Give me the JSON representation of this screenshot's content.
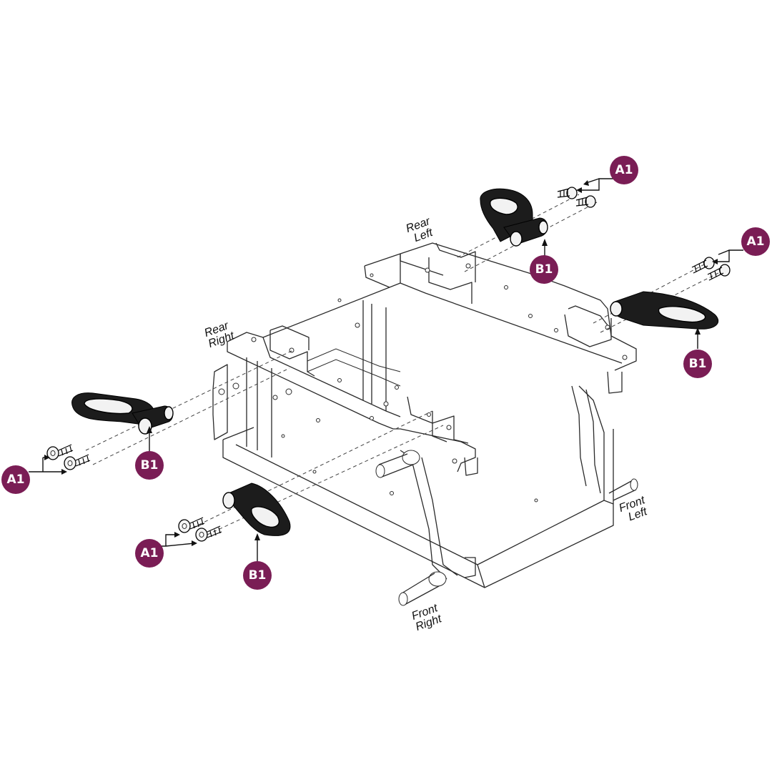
{
  "colors": {
    "callout": "#7a1d55",
    "line": "#2a2a2a",
    "part": "#1c1c1c"
  },
  "callouts": {
    "a1_rear_left": "A1",
    "a1_front_left": "A1",
    "a1_rear_right": "A1",
    "a1_front_right": "A1",
    "b1_rear_left": "B1",
    "b1_front_left": "B1",
    "b1_rear_right": "B1",
    "b1_front_right": "B1"
  },
  "labels": {
    "rear_left": [
      "Rear",
      "Left"
    ],
    "rear_right": [
      "Rear",
      "Right"
    ],
    "front_left": [
      "Front",
      "Left"
    ],
    "front_right": [
      "Front",
      "Right"
    ]
  }
}
